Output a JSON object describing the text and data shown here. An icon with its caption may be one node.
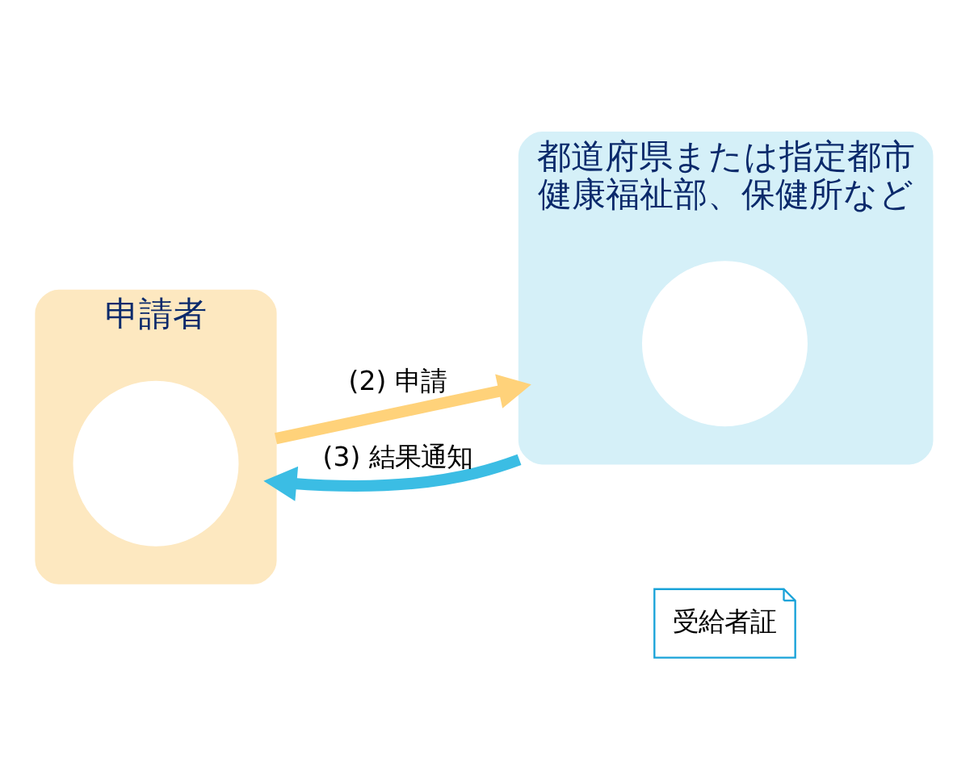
{
  "diagram": {
    "nodes": [
      {
        "text": [
          "申請者"
        ]
      },
      {
        "text": [],
        "shape": "circle",
        "in": 0
      },
      {
        "text": [
          "都道府県または指定都市"
        ],
        "beside": [
          "健康福祉部、保健所など"
        ]
      },
      {
        "text": [],
        "shape": "circle",
        "in": 2
      },
      {
        "text": [
          "受給者証"
        ]
      }
    ],
    "edges": [
      {
        "from": 0,
        "to": 2,
        "arrow": "to",
        "label": "(2) 申請",
        "color": "#ffd27a"
      },
      {
        "from": 2,
        "to": 0,
        "arrow": "to",
        "label": "(3) 結果通知",
        "color": "#3bbde4"
      }
    ]
  }
}
